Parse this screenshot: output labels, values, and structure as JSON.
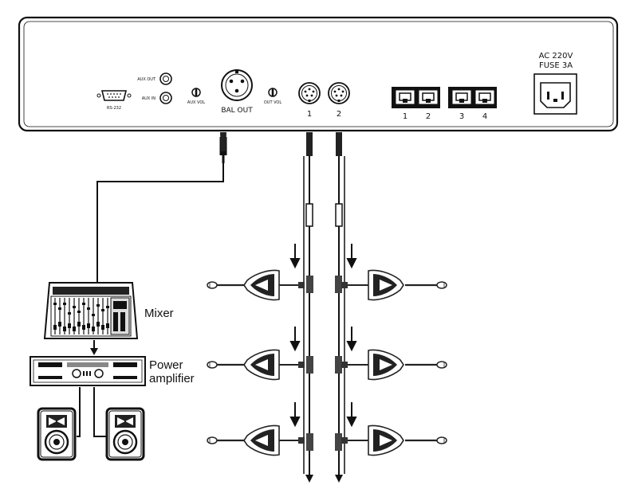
{
  "panel": {
    "rs232_label": "RS-232",
    "aux_out_label": "AUX OUT",
    "aux_in_label": "AUX IN",
    "aux_vol_label": "AUX VOL",
    "bal_out_label": "BAL OUT",
    "out_vol_label": "OUT VOL",
    "din_labels": [
      "1",
      "2"
    ],
    "rj45_labels": [
      "1",
      "2",
      "3",
      "4"
    ],
    "power_label_line1": "AC 220V",
    "power_label_line2": "FUSE 3A"
  },
  "devices": {
    "mixer_label": "Mixer",
    "amp_label_line1": "Power",
    "amp_label_line2": "amplifier"
  }
}
